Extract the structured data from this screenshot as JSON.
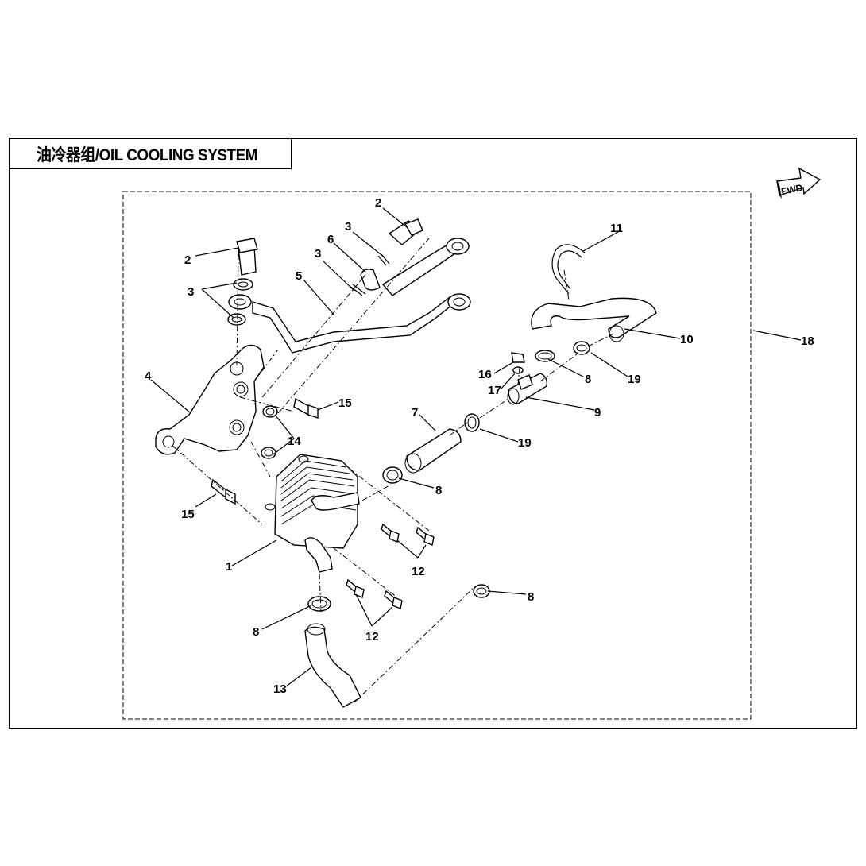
{
  "header": {
    "title": "油冷器组/OIL COOLING SYSTEM"
  },
  "fwd_label": "FWD",
  "callouts": [
    {
      "id": "c1",
      "label": "1"
    },
    {
      "id": "c2a",
      "label": "2"
    },
    {
      "id": "c2b",
      "label": "2"
    },
    {
      "id": "c3a",
      "label": "3"
    },
    {
      "id": "c3b",
      "label": "3"
    },
    {
      "id": "c3c",
      "label": "3"
    },
    {
      "id": "c4",
      "label": "4"
    },
    {
      "id": "c5",
      "label": "5"
    },
    {
      "id": "c6",
      "label": "6"
    },
    {
      "id": "c7",
      "label": "7"
    },
    {
      "id": "c8a",
      "label": "8"
    },
    {
      "id": "c8b",
      "label": "8"
    },
    {
      "id": "c8c",
      "label": "8"
    },
    {
      "id": "c8d",
      "label": "8"
    },
    {
      "id": "c9",
      "label": "9"
    },
    {
      "id": "c10",
      "label": "10"
    },
    {
      "id": "c11",
      "label": "11"
    },
    {
      "id": "c12a",
      "label": "12"
    },
    {
      "id": "c12b",
      "label": "12"
    },
    {
      "id": "c13",
      "label": "13"
    },
    {
      "id": "c14",
      "label": "14"
    },
    {
      "id": "c15a",
      "label": "15"
    },
    {
      "id": "c15b",
      "label": "15"
    },
    {
      "id": "c16",
      "label": "16"
    },
    {
      "id": "c17",
      "label": "17"
    },
    {
      "id": "c18",
      "label": "18"
    },
    {
      "id": "c19a",
      "label": "19"
    },
    {
      "id": "c19b",
      "label": "19"
    }
  ]
}
